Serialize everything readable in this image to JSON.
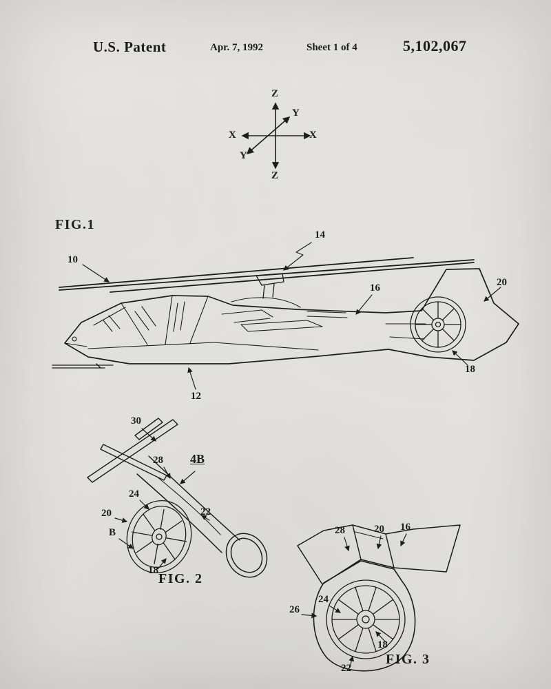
{
  "page": {
    "background": "#eae8e4",
    "ink": "#1c1c1c"
  },
  "header": {
    "title": "U.S. Patent",
    "date": "Apr. 7, 1992",
    "sheet": "Sheet 1 of 4",
    "patent_number": "5,102,067"
  },
  "axes": {
    "z_top": "Z",
    "y_upper": "Y",
    "x_left": "X",
    "x_right": "X",
    "y_lower": "Y",
    "z_bottom": "Z"
  },
  "fig1": {
    "label": "FIG.1",
    "refs": {
      "r10": "10",
      "r14": "14",
      "r16": "16",
      "r20": "20",
      "r18": "18",
      "r12": "12"
    }
  },
  "fig2": {
    "label": "FIG.  2",
    "refs": {
      "r30": "30",
      "r28": "28",
      "r4b": "4B",
      "r24": "24",
      "r20": "20",
      "r22": "22",
      "rb": "B",
      "r18": "18"
    }
  },
  "fig3": {
    "label": "FIG.  3",
    "refs": {
      "r28": "28",
      "r20": "20",
      "r16": "16",
      "r26": "26",
      "r24": "24",
      "r18": "18",
      "r22": "22"
    }
  }
}
